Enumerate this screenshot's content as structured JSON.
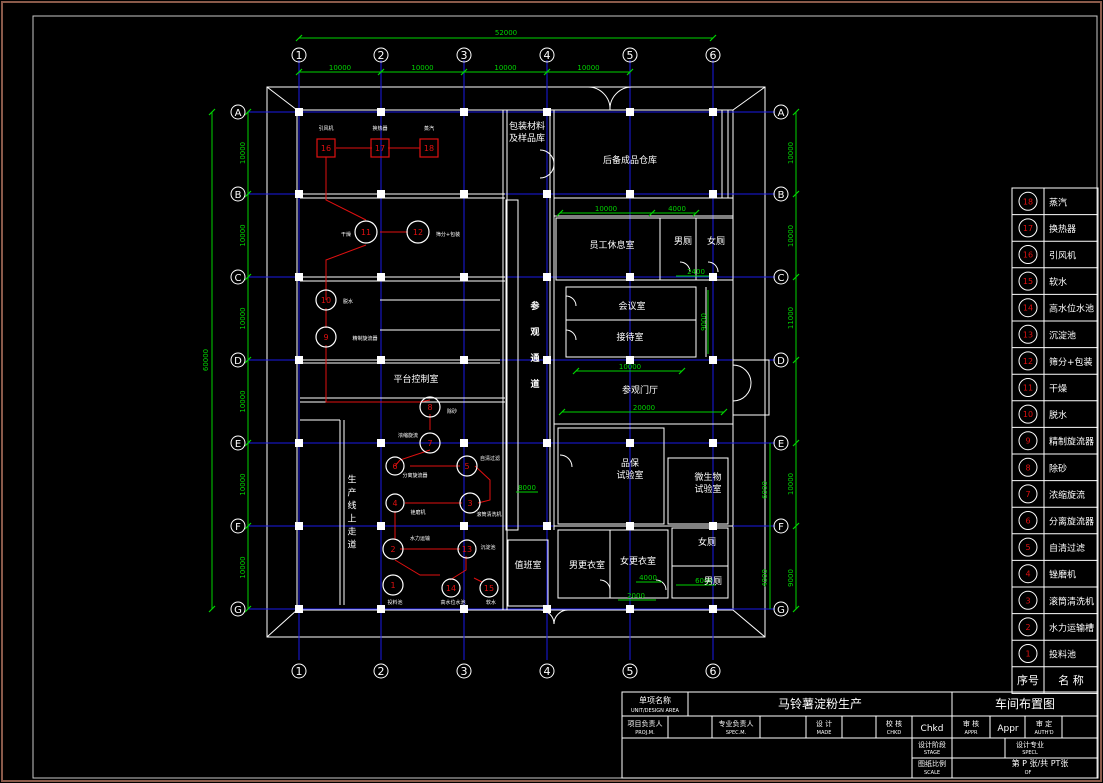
{
  "colors": {
    "background": "#000000",
    "frame": "#8a5a4a",
    "grid": "#1a1ae6",
    "wall": "#ffffff",
    "dim": "#00d400",
    "process": "#e01010",
    "text": "#ffffff"
  },
  "axes": {
    "columns": [
      "1",
      "2",
      "3",
      "4",
      "5",
      "6"
    ],
    "rows": [
      "A",
      "B",
      "C",
      "D",
      "E",
      "F",
      "G"
    ]
  },
  "dimensions": {
    "overall_width": "52000",
    "overall_height": "60000",
    "col_spacing": [
      "10000",
      "10000",
      "10000",
      "10000"
    ],
    "row_spacing": [
      "10000",
      "10000",
      "10000",
      "10000",
      "10000",
      "10000"
    ],
    "right_side": [
      "10000",
      "10000",
      "11000",
      "10000",
      "6000",
      "4000",
      "9000"
    ],
    "interior": [
      "10000",
      "4000",
      "2400",
      "10000",
      "20000",
      "9000",
      "8000",
      "2000",
      "4000",
      "6000",
      "2000"
    ]
  },
  "rooms": {
    "pack_store": "包装材料\n及样品库",
    "finished_warehouse": "后备成品仓库",
    "staff_rest": "员工休息室",
    "men_wc_top": "男厕",
    "women_wc_top": "女厕",
    "meeting": "会议室",
    "reception": "接待室",
    "visit_corridor": "参\n观\n通\n道",
    "visit_hall": "参观门厅",
    "control_room": "平台控制室",
    "qc_lab": "品保\n试验室",
    "micro_lab": "微生物\n试验室",
    "prod_walkway": "生\n产\n线\n上\n走\n道",
    "duty_room": "值班室",
    "men_locker": "男更衣室",
    "women_locker": "女更衣室",
    "women_wc_bottom": "女厕",
    "men_wc_bottom": "男厕"
  },
  "equipment": [
    {
      "no": "16",
      "label": "引风机"
    },
    {
      "no": "17",
      "label": "换热器"
    },
    {
      "no": "18",
      "label": "蒸汽"
    },
    {
      "no": "11",
      "label": "干燥"
    },
    {
      "no": "12",
      "label": "筛分+包装"
    },
    {
      "no": "10",
      "label": "脱水"
    },
    {
      "no": "9",
      "label": "精制旋流器"
    },
    {
      "no": "8",
      "label": "除砂"
    },
    {
      "no": "7",
      "label": "浓缩旋流"
    },
    {
      "no": "6",
      "label": "分离旋流器"
    },
    {
      "no": "5",
      "label": "自清过滤"
    },
    {
      "no": "4",
      "label": "锉磨机"
    },
    {
      "no": "3",
      "label": "滚筒清洗机"
    },
    {
      "no": "2",
      "label": "水力运输"
    },
    {
      "no": "1",
      "label": "投料池"
    },
    {
      "no": "13",
      "label": "沉淀池"
    },
    {
      "no": "14",
      "label": "高水位水池"
    },
    {
      "no": "15",
      "label": "软水"
    }
  ],
  "legend": {
    "rows": [
      {
        "no": "18",
        "name": "蒸汽"
      },
      {
        "no": "17",
        "name": "换热器"
      },
      {
        "no": "16",
        "name": "引风机"
      },
      {
        "no": "15",
        "name": "软水"
      },
      {
        "no": "14",
        "name": "高水位水池"
      },
      {
        "no": "13",
        "name": "沉淀池"
      },
      {
        "no": "12",
        "name": "筛分+包装"
      },
      {
        "no": "11",
        "name": "干燥"
      },
      {
        "no": "10",
        "name": "脱水"
      },
      {
        "no": "9",
        "name": "精制旋流器"
      },
      {
        "no": "8",
        "name": "除砂"
      },
      {
        "no": "7",
        "name": "浓缩旋流"
      },
      {
        "no": "6",
        "name": "分离旋流器"
      },
      {
        "no": "5",
        "name": "自清过滤"
      },
      {
        "no": "4",
        "name": "锉磨机"
      },
      {
        "no": "3",
        "name": "滚筒清洗机"
      },
      {
        "no": "2",
        "name": "水力运输槽"
      },
      {
        "no": "1",
        "name": "投料池"
      }
    ],
    "header_no": "序号",
    "header_name": "名  称"
  },
  "title_block": {
    "unit_name_cn": "单项名称",
    "unit_name_en": "UNIT/DESIGN AREA",
    "project": "马铃薯淀粉生产",
    "drawing_title": "车间布置图",
    "proj_lead_cn": "项目负责人",
    "proj_lead_en": "PROJ.M.",
    "spec_lead_cn": "专业负责人",
    "spec_lead_en": "SPEC.M.",
    "design_cn": "设  计",
    "design_en": "MADE",
    "check_cn": "校  核",
    "check_en": "CHKD",
    "check_val": "Chkd",
    "review_cn": "审  核",
    "review_en": "APPR",
    "review_val": "Appr",
    "approve_cn": "审  定",
    "approve_en": "AUTH'D",
    "stage_cn": "设计阶段",
    "stage_en": "STAGE",
    "discipline_cn": "设计专业",
    "discipline_en": "SPECL",
    "scale_cn": "图纸比例",
    "scale_en": "SCALE",
    "sheet": "第 P 张/共 PT张",
    "sheet_en": "OF"
  }
}
